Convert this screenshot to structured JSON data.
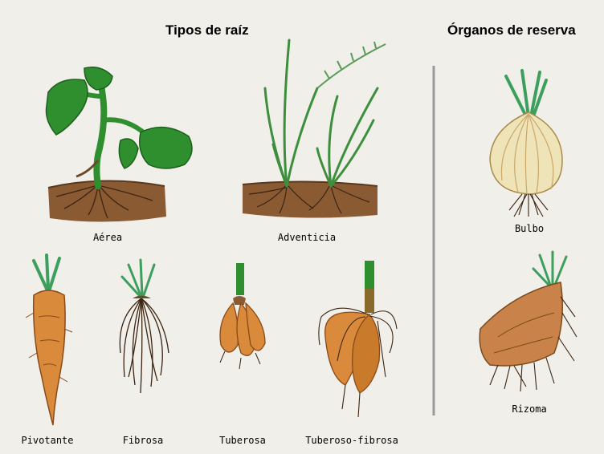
{
  "header": {
    "left_title": "Tipos de raíz",
    "right_title": "Órganos de reserva"
  },
  "root_types": {
    "aerea": "Aérea",
    "adventicia": "Adventicia",
    "pivotante": "Pivotante",
    "fibrosa": "Fibrosa",
    "tuberosa": "Tuberosa",
    "tuberoso_fibrosa": "Tuberoso-fibrosa"
  },
  "reserve_organs": {
    "bulbo": "Bulbo",
    "rizoma": "Rizoma"
  },
  "colors": {
    "background": "#f0efe9",
    "leaf_green": "#2f8f2f",
    "soil_brown": "#8a5a33",
    "root_dark": "#3b2412",
    "tuber_orange": "#d98a3a",
    "bulb_cream": "#efe3b8",
    "divider": "#9a9a9a"
  }
}
